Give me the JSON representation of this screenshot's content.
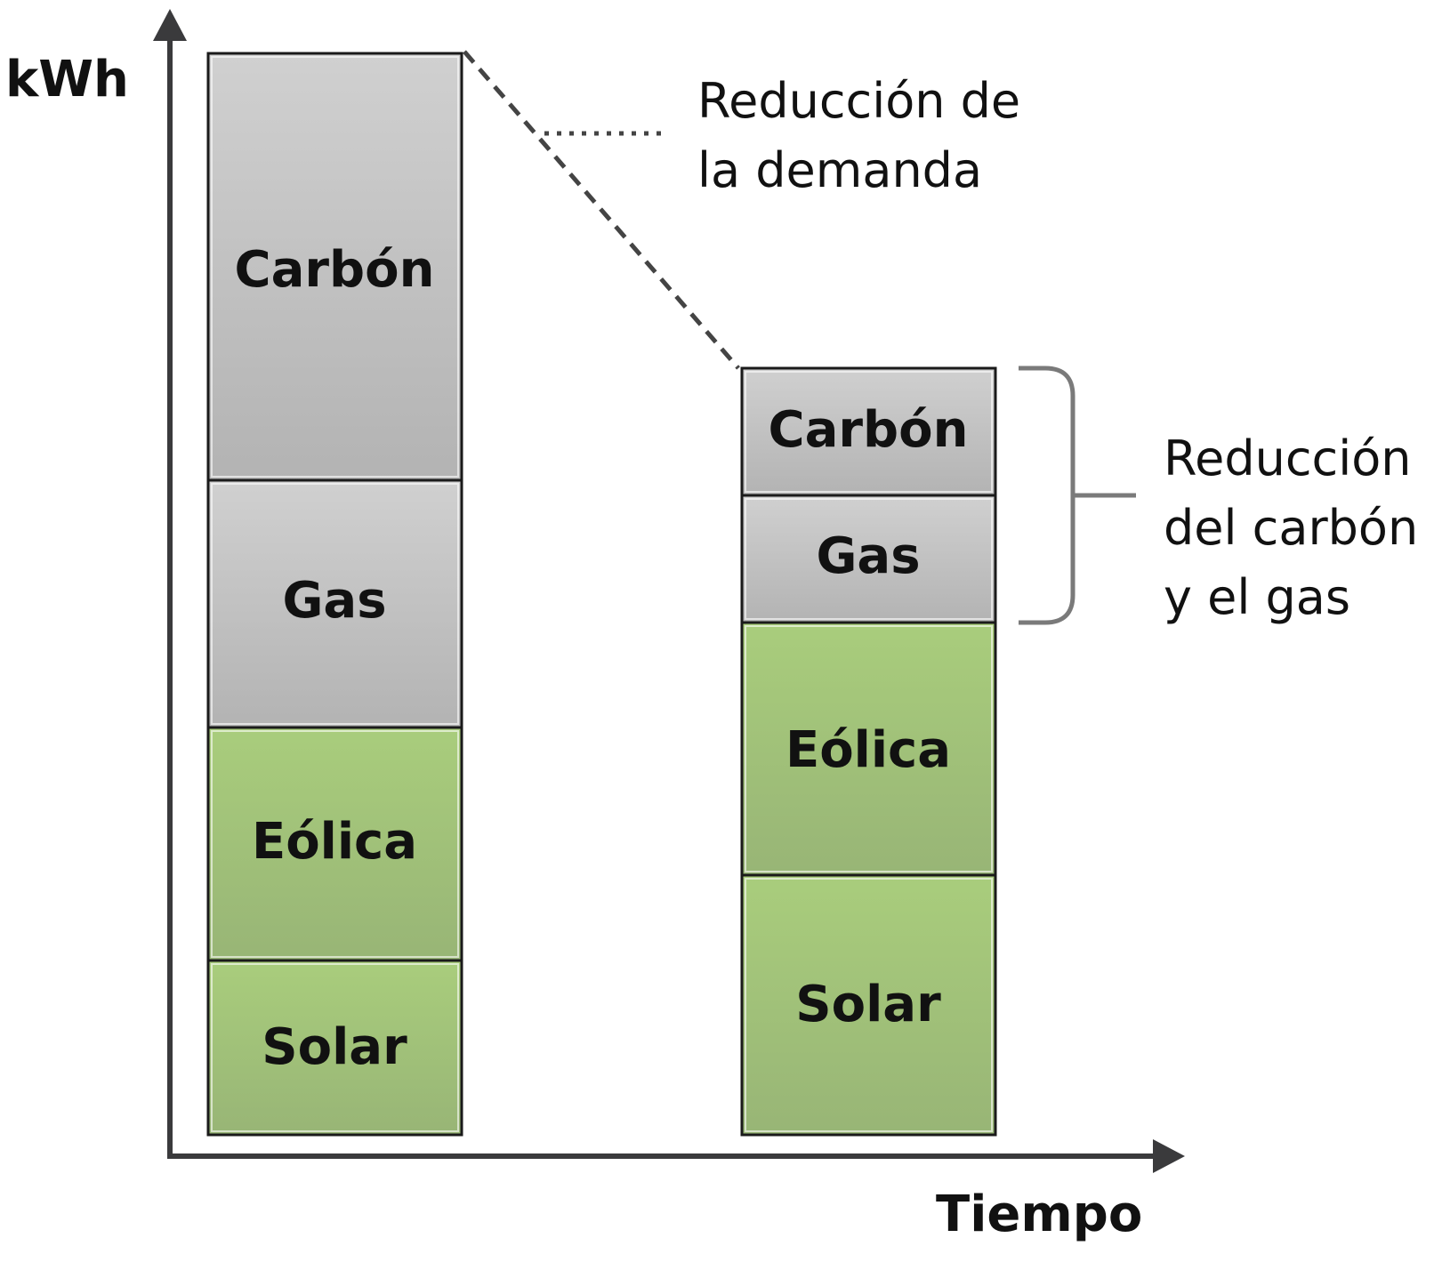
{
  "axes": {
    "y_label": "kWh",
    "x_label": "Tiempo"
  },
  "colors": {
    "fossil_top": "#d0d0d0",
    "fossil_bottom": "#b3b3b3",
    "renewable_top": "#a9cd7c",
    "renewable_bottom": "#98b576",
    "axis": "#3a3a3c",
    "connector": "#444444",
    "bracket": "#7a7a7a"
  },
  "bars": [
    {
      "segments": [
        {
          "label": "Carbón",
          "kind": "fossil"
        },
        {
          "label": "Gas",
          "kind": "fossil"
        },
        {
          "label": "Eólica",
          "kind": "renewable"
        },
        {
          "label": "Solar",
          "kind": "renewable"
        }
      ]
    },
    {
      "segments": [
        {
          "label": "Carbón",
          "kind": "fossil"
        },
        {
          "label": "Gas",
          "kind": "fossil"
        },
        {
          "label": "Eólica",
          "kind": "renewable"
        },
        {
          "label": "Solar",
          "kind": "renewable"
        }
      ]
    }
  ],
  "annotations": {
    "demand_reduction": [
      "Reducción de",
      "la demanda"
    ],
    "fossil_reduction": [
      "Reducción",
      "del carbón",
      "y el gas"
    ]
  }
}
